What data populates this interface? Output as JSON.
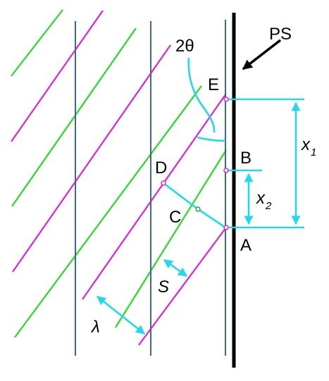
{
  "labels": {
    "ps": "PS",
    "two_theta": "2θ",
    "point_e": "E",
    "point_b": "B",
    "point_d": "D",
    "point_c": "C",
    "point_a": "A",
    "x1_symbol": "x",
    "x1_subscript": "1",
    "x2_symbol": "x",
    "x2_subscript": "2",
    "s": "S",
    "lambda": "λ"
  },
  "colors": {
    "magenta_wavefront": "#e020e0",
    "green_wavefront": "#22dd22",
    "vertical_line": "#3a66a8",
    "measure": "#22d8ee",
    "screen": "#000000"
  }
}
